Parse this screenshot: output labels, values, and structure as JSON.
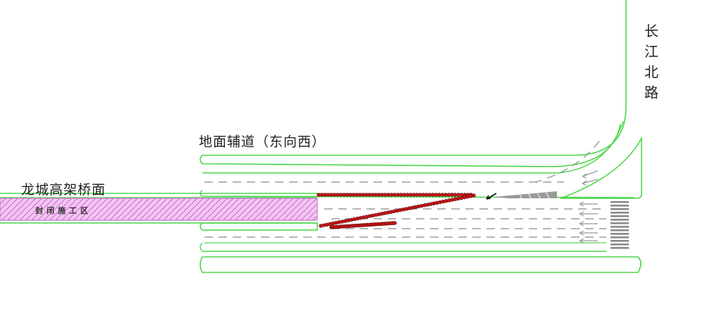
{
  "labels": {
    "side_road": "地面辅道（东向西）",
    "bridge": "龙城高架桥面",
    "closed_zone": "封闭施工区",
    "vertical_road": "长江北路"
  },
  "colors": {
    "road_edge": "#4bd64b",
    "lane_dash": "#8a8a8a",
    "closed_fill": "#e9a6e9",
    "closed_hatch": "#cc66cc",
    "cone": "#c81818",
    "marking": "#9a9a9a"
  },
  "icons": [
    "left-arrow-icon",
    "chevron-marking-icon",
    "crosswalk-icon",
    "traffic-cone-icon"
  ]
}
